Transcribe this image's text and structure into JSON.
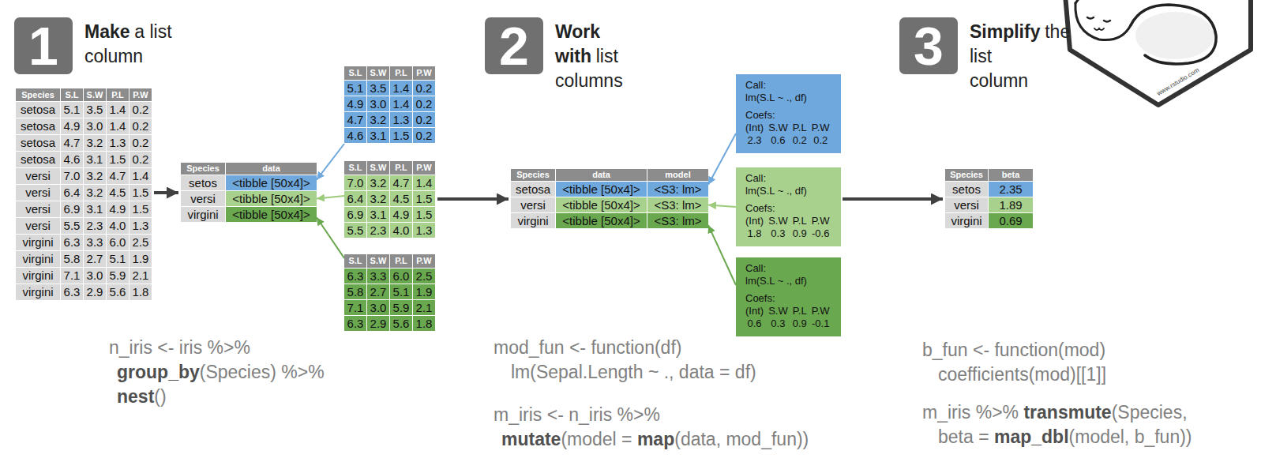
{
  "diagram": {
    "nodes": [
      {
        "text": [
          "1",
          "Make",
          "a list column"
        ]
      },
      {
        "text": [
          "Species",
          "S.L",
          "S.W",
          "P.L",
          "P.W",
          "setosa",
          "5.1",
          "3.5",
          "1.4",
          "0.2",
          "setosa",
          "4.9",
          "3.0",
          "1.4",
          "0.2",
          "setosa",
          "4.7",
          "3.2",
          "1.3",
          "0.2",
          "setosa",
          "4.6",
          "3.1",
          "1.5",
          "0.2",
          "versi",
          "7.0",
          "3.2",
          "4.7",
          "1.4",
          "versi",
          "6.4",
          "3.2",
          "4.5",
          "1.5",
          "versi",
          "6.9",
          "3.1",
          "4.9",
          "1.5",
          "versi",
          "5.5",
          "2.3",
          "4.0",
          "1.3",
          "virgini",
          "6.3",
          "3.3",
          "6.0",
          "2.5",
          "virgini",
          "5.8",
          "2.7",
          "5.1",
          "1.9",
          "virgini",
          "7.1",
          "3.0",
          "5.9",
          "2.1",
          "virgini",
          "6.3",
          "2.9",
          "5.6",
          "1.8"
        ]
      },
      {
        "text": [
          "Species",
          "data",
          "setos",
          "versi",
          "virgini"
        ]
      },
      {
        "text": [
          "<tibble [50x4]>"
        ],
        "in": 2
      },
      {
        "text": [
          "<tibble [50x4]>"
        ],
        "in": 2
      },
      {
        "text": [
          "<tibble [50x4]>"
        ],
        "in": 2
      },
      {
        "text": [
          "S.L",
          "S.W",
          "P.L",
          "P.W",
          "5.1",
          "3.5",
          "1.4",
          "0.2",
          "4.9",
          "3.0",
          "1.4",
          "0.2",
          "4.7",
          "3.2",
          "1.3",
          "0.2",
          "4.6",
          "3.1",
          "1.5",
          "0.2"
        ]
      },
      {
        "text": [
          "S.L",
          "S.W",
          "P.L",
          "P.W",
          "7.0",
          "3.2",
          "4.7",
          "1.4",
          "6.4",
          "3.2",
          "4.5",
          "1.5",
          "6.9",
          "3.1",
          "4.9",
          "1.5",
          "5.5",
          "2.3",
          "4.0",
          "1.3"
        ]
      },
      {
        "text": [
          "S.L",
          "S.W",
          "P.L",
          "P.W",
          "6.3",
          "3.3",
          "6.0",
          "2.5",
          "5.8",
          "2.7",
          "5.1",
          "1.9",
          "7.1",
          "3.0",
          "5.9",
          "2.1",
          "6.3",
          "2.9",
          "5.6",
          "1.8"
        ]
      },
      {
        "text": [
          "2",
          "Work with",
          "list columns"
        ]
      },
      {
        "text": [
          "Species",
          "data",
          "model",
          "setosa",
          "<tibble [50x4]>",
          "versi",
          "<tibble [50x4]>",
          "virgini",
          "<tibble [50x4]>"
        ]
      },
      {
        "text": [
          "<S3: lm>"
        ],
        "in": 10
      },
      {
        "text": [
          "<S3: lm>"
        ],
        "in": 10
      },
      {
        "text": [
          "<S3: lm>"
        ],
        "in": 10
      },
      {
        "text": [
          "Call:",
          "lm(S.L ~ ., df)",
          "Coefs:",
          "(Int)",
          "S.W",
          "P.L",
          "P.W",
          "2.3",
          "0.6",
          "0.2",
          "0.2"
        ]
      },
      {
        "text": [
          "Call:",
          "lm(S.L ~ ., df)",
          "Coefs:",
          "(Int)",
          "S.W",
          "P.L",
          "P.W",
          "1.8",
          "0.3",
          "0.9",
          "-0.6"
        ]
      },
      {
        "text": [
          "Call:",
          "lm(S.L ~ ., df)",
          "Coefs:",
          "(Int)",
          "S.W",
          "P.L",
          "P.W",
          "0.6",
          "0.3",
          "0.9",
          "-0.1"
        ]
      },
      {
        "text": [
          "3",
          "Simplify",
          "the list column"
        ]
      },
      {
        "text": [
          "Species",
          "beta",
          "setos",
          "2.35",
          "versi",
          "1.89",
          "virgini",
          "0.69"
        ]
      }
    ],
    "edges": [
      {
        "from": 1,
        "to": 2,
        "arrow": "to"
      },
      {
        "from": 6,
        "to": 3,
        "arrow": "to"
      },
      {
        "from": 7,
        "to": 4,
        "arrow": "to"
      },
      {
        "from": 8,
        "to": 5,
        "arrow": "to"
      },
      {
        "from": 7,
        "to": 10,
        "arrow": "to"
      },
      {
        "from": 14,
        "to": 11,
        "arrow": "to"
      },
      {
        "from": 15,
        "to": 12,
        "arrow": "to"
      },
      {
        "from": 16,
        "to": 13,
        "arrow": "to"
      },
      {
        "from": 15,
        "to": 18,
        "arrow": "to"
      }
    ],
    "labels": [
      "n_iris <- iris %>%",
      "group_by",
      "(Species) %>%",
      "nest",
      "()",
      "mod_fun <- function(df)",
      "lm(Sepal.Length ~ ., data = df)",
      "m_iris <- n_iris %>%",
      "mutate",
      "(model = ",
      "map",
      "(data, mod_fun))",
      "b_fun <- function(mod)",
      "coefficients(mod)[[1]]",
      "m_iris %>% ",
      "transmute",
      "(Species,",
      "beta = ",
      "map_dbl",
      "(model, b_fun))",
      "www.rstudio.com"
    ]
  }
}
